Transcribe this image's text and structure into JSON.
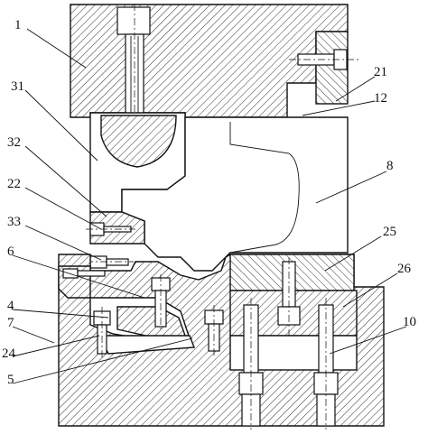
{
  "labels": {
    "l1": "1",
    "l31": "31",
    "l21": "21",
    "l12": "12",
    "l32": "32",
    "l8": "8",
    "l22": "22",
    "l33": "33",
    "l25": "25",
    "l6": "6",
    "l26": "26",
    "l4": "4",
    "l7": "7",
    "l10": "10",
    "l24": "24",
    "l5": "5"
  },
  "colors": {
    "line": "#111111",
    "background": "#ffffff"
  }
}
